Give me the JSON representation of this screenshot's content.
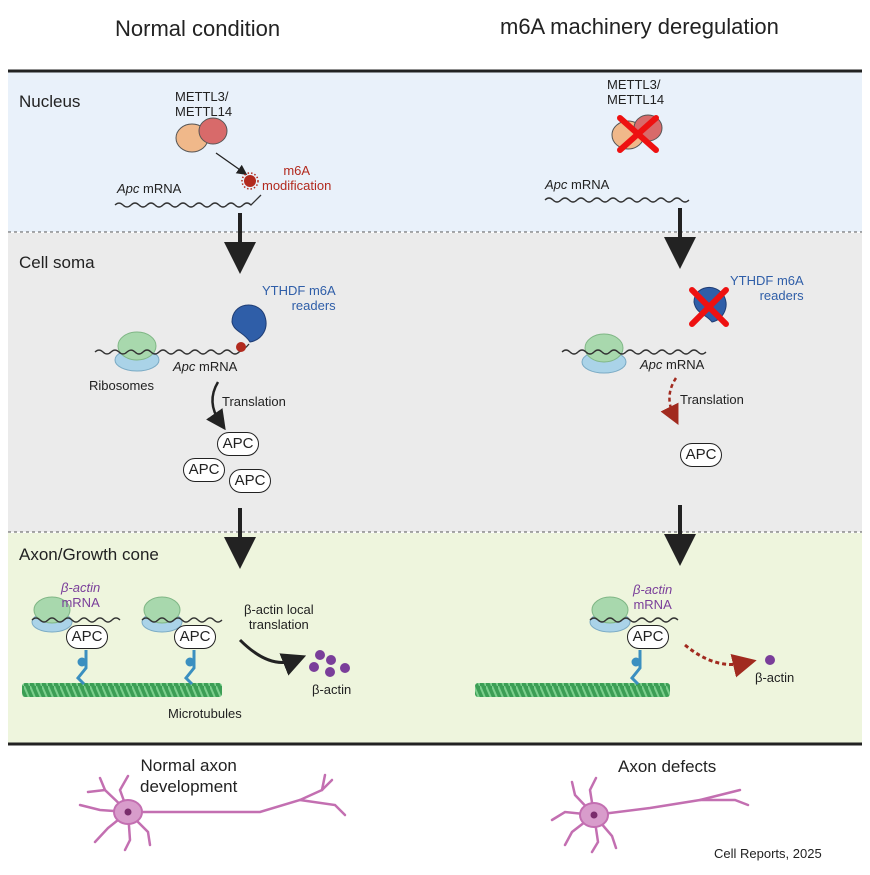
{
  "columns": {
    "left_title": "Normal condition",
    "right_title": "m6A machinery deregulation"
  },
  "bands": {
    "nucleus": "Nucleus",
    "cell_soma": "Cell soma",
    "axon": "Axon/Growth cone"
  },
  "labels": {
    "mettl": "METTL3/\nMETTL14",
    "m6a_mod": "m6A\nmodification",
    "apc_mrna_gene": "Apc",
    "apc_mrna_suffix": " mRNA",
    "ythdf": "YTHDF m6A\nreaders",
    "ribosomes": "Ribosomes",
    "translation": "Translation",
    "apc": "APC",
    "beta_actin_mrna_gene": "β-actin",
    "beta_actin_mrna_suffix": "mRNA",
    "beta_actin_local": "β-actin local\ntranslation",
    "beta_actin": "β-actin",
    "microtubules": "Microtubules"
  },
  "outcomes": {
    "left": "Normal axon\ndevelopment",
    "right": "Axon defects"
  },
  "citation": "Cell Reports, 2025",
  "colors": {
    "nucleus_bg": "#e9f1fa",
    "soma_bg": "#ebebeb",
    "axon_bg": "#eef5dd",
    "m6a_red": "#b22a1e",
    "reader_blue": "#2f5ea8",
    "actin_purple": "#7a3e9a",
    "neuron_pink": "#c36fb1",
    "microtubule_green": "#3aa35a"
  }
}
